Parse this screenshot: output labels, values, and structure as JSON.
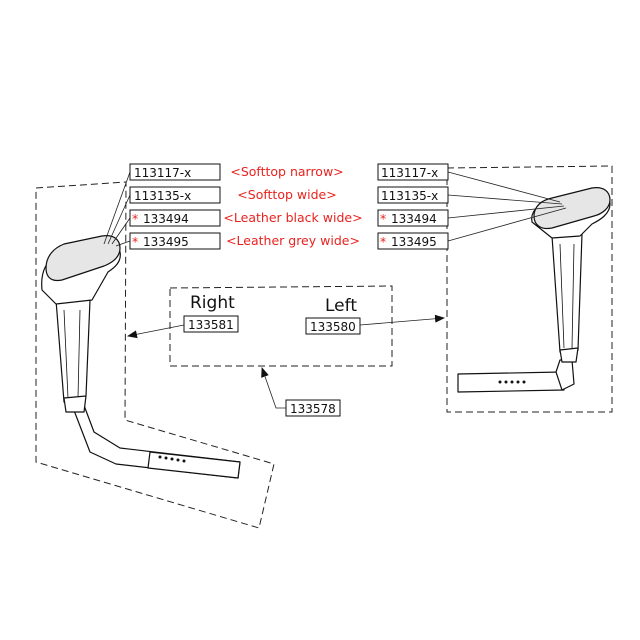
{
  "variants": [
    {
      "part_left": "113117-x",
      "desc": "<Softtop narrow>",
      "part_right": "113117-x",
      "starred": false
    },
    {
      "part_left": "113135-x",
      "desc": "<Softtop wide>",
      "part_right": "113135-x",
      "starred": false
    },
    {
      "part_left": "133494",
      "desc": "<Leather black wide>",
      "part_right": "133494",
      "starred": true
    },
    {
      "part_left": "133495",
      "desc": "<Leather grey wide>",
      "part_right": "133495",
      "starred": true
    }
  ],
  "star_symbol": "*",
  "right_side": {
    "label": "Right",
    "part": "133581"
  },
  "left_side": {
    "label": "Left",
    "part": "133580"
  },
  "set_part": "133578",
  "colors": {
    "highlight": "#e8231f",
    "line": "#111111",
    "background": "#ffffff"
  },
  "icons": {
    "armrest_right": "armrest-right-icon",
    "armrest_left": "armrest-left-icon"
  }
}
